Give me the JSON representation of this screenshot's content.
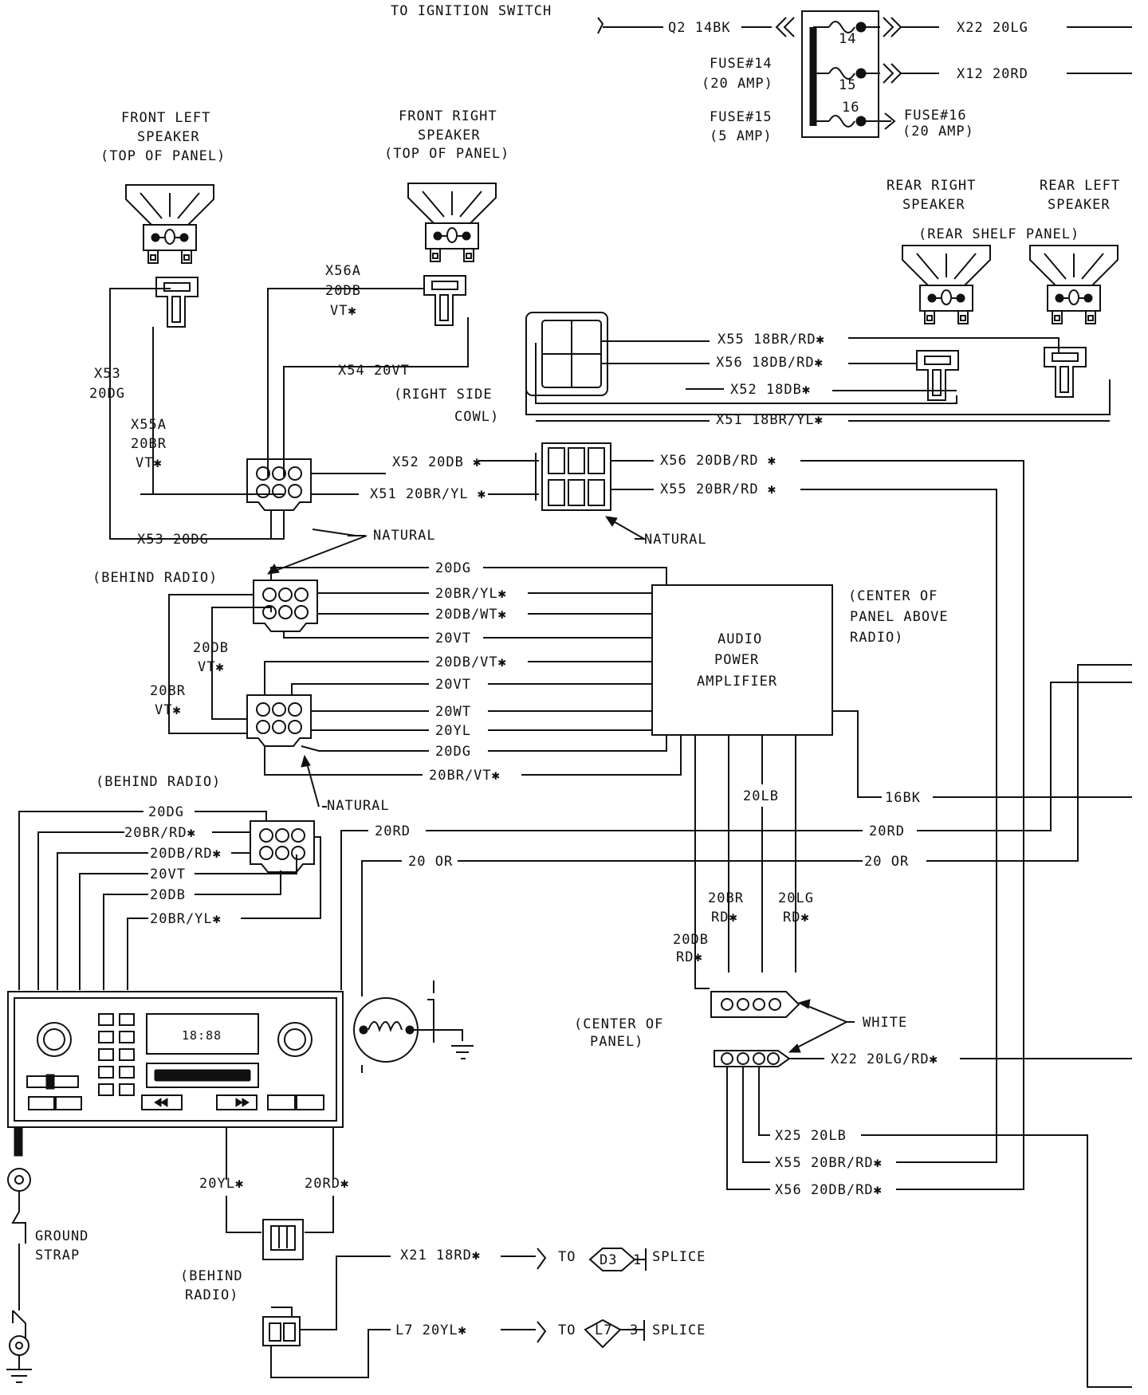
{
  "ignition": {
    "to_ignition": "TO IGNITION SWITCH",
    "q2": "Q2 14BK",
    "x22_top": "X22 20LG",
    "x12": "X12 20RD"
  },
  "fuses": {
    "f14_line1": "FUSE#14",
    "f14_line2": "(20 AMP)",
    "f15_line1": "FUSE#15",
    "f15_line2": "(5 AMP)",
    "f16_line1": "FUSE#16",
    "f16_line2": "(20 AMP)",
    "n14": "14",
    "n15": "15",
    "n16": "16"
  },
  "speakers": {
    "fl": {
      "line1": "FRONT LEFT",
      "line2": "SPEAKER",
      "line3": "(TOP OF PANEL)"
    },
    "fr": {
      "line1": "FRONT RIGHT",
      "line2": "SPEAKER",
      "line3": "(TOP OF PANEL)"
    },
    "rr": {
      "line1": "REAR RIGHT",
      "line2": "SPEAKER"
    },
    "rl": {
      "line1": "REAR LEFT",
      "line2": "SPEAKER"
    },
    "rear_shelf": "(REAR SHELF PANEL)"
  },
  "front_wires": {
    "x56a_1": "X56A",
    "x56a_2": "20DB",
    "x56a_3": "VT✱",
    "x54": "X54 20VT",
    "x53_1": "X53",
    "x53_2": "20DG",
    "x55a_1": "X55A",
    "x55a_2": "20BR",
    "x55a_3": "VT✱",
    "right_cowl_1": "(RIGHT SIDE",
    "right_cowl_2": "COWL)",
    "x52": "X52 20DB ✱",
    "x51": "X51 20BR/YL ✱",
    "x53_bottom": "X53 20DG",
    "natural_1": "NATURAL",
    "natural_2": "NATURAL",
    "natural_3": "NATURAL"
  },
  "rear_wires": {
    "x55": "X55 18BR/RD✱",
    "x56": "X56 18DB/RD✱",
    "x52": "X52 18DB✱",
    "x51": "X51 18BR/YL✱",
    "x56_mid": "X56 20DB/RD ✱",
    "x55_mid": "X55 20BR/RD ✱"
  },
  "amp_connectors": {
    "behind_radio_1": "(BEHIND RADIO)",
    "c1": [
      "20DG",
      "20BR/YL✱",
      "20DB/WT✱",
      "20VT"
    ],
    "c2": [
      "20DB/VT✱",
      "20VT",
      "20WT",
      "20YL",
      "20DG",
      "20BR/VT✱"
    ],
    "left_db_1": "20DB",
    "left_db_2": "VT✱",
    "left_br_1": "20BR",
    "left_br_2": "VT✱"
  },
  "amplifier": {
    "line1": "AUDIO",
    "line2": "POWER",
    "line3": "AMPLIFIER",
    "loc1": "(CENTER OF",
    "loc2": "PANEL ABOVE",
    "loc3": "RADIO)"
  },
  "radio_harness": {
    "behind_radio_2": "(BEHIND RADIO)",
    "wires": [
      "20DG",
      "20BR/RD✱",
      "20DB/RD✱",
      "20VT",
      "20DB",
      "20BR/YL✱"
    ],
    "rd_left": "20RD",
    "or_left": "20 OR",
    "rd_right": "20RD",
    "or_right": "20 OR",
    "bk16": "16BK"
  },
  "amp_feed": {
    "lb": "20LB",
    "br_1": "20BR",
    "br_2": "RD✱",
    "lg_1": "20LG",
    "lg_2": "RD✱",
    "db_1": "20DB",
    "db_2": "RD✱"
  },
  "center_panel": {
    "loc1": "(CENTER OF",
    "loc2": "PANEL)",
    "white": "WHITE",
    "x22": "X22 20LG/RD✱",
    "x25": "X25 20LB",
    "x55": "X55 20BR/RD✱",
    "x56": "X56 20DB/RD✱"
  },
  "radio": {
    "display": "18:88"
  },
  "radio_power": {
    "yl": "20YL✱",
    "rd": "20RD✱",
    "behind_1": "(BEHIND",
    "behind_2": "RADIO)",
    "x21": "X21 18RD✱",
    "l7": "L7 20YL✱",
    "to_1": "TO",
    "to_2": "TO",
    "d3": "D3",
    "d3_pin": "1",
    "l7_code": "L7",
    "l7_pin": "3",
    "splice_1": "SPLICE",
    "splice_2": "SPLICE"
  },
  "ground": {
    "line1": "GROUND",
    "line2": "STRAP"
  }
}
